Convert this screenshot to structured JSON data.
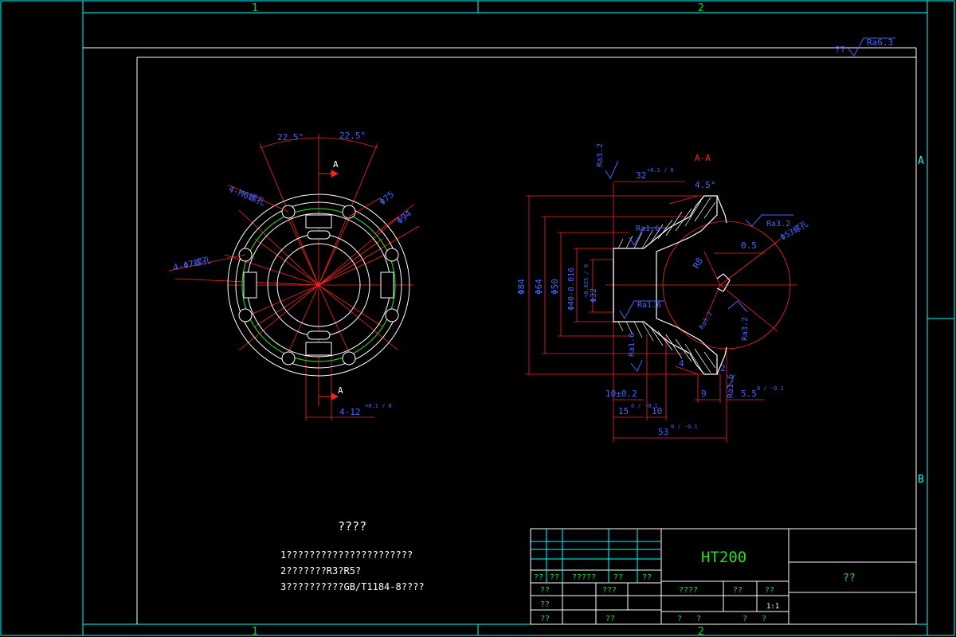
{
  "frame": {
    "zone_top_1": "1",
    "zone_top_2": "2",
    "zone_bottom_1": "1",
    "zone_bottom_2": "2",
    "zone_right_a": "A",
    "zone_right_b": "B"
  },
  "general_roughness": {
    "prefix": "??",
    "value": "Ra6.3"
  },
  "front_view": {
    "angle_left": "22.5°",
    "angle_right": "22.5°",
    "section_mark_top": "A",
    "section_mark_bottom": "A",
    "tapped_holes": "4-M6螺孔",
    "drill_holes": "4-Φ7螺孔",
    "circle_d75": "Φ75",
    "circle_d94": "Φ94",
    "slot_width": "4-12",
    "slot_tol": "+0.1 / 0"
  },
  "section_view": {
    "label": "A-A",
    "ra_top": "Ra3.2",
    "dim_32": "32",
    "dim_32_tol": "+0.1 / 0",
    "chamfer": "4.5°",
    "ra_bore": "Ra1.6",
    "ra_bore_lower": "Ra1.6",
    "ra_left": "Ra1.6",
    "ra_right": "Ra3.2",
    "ra_face": "Ra1.6",
    "ra_detail": "Ra3.2",
    "dia_84": "Φ84",
    "dia_64": "Φ64",
    "dia_50": "Φ50",
    "dia_40": "Φ40-0.016",
    "dia_32": "Φ32",
    "dia_32_tol": "+0.025 / 0",
    "dim_10_2": "10±0.2",
    "dim_15": "15",
    "dim_15_tol": "0 / -0.1",
    "dim_10": "10",
    "dim_53": "53",
    "dim_53_tol": "0 / -0.1",
    "dim_9": "9",
    "dim_55": "5.5",
    "dim_55_tol": "0 / -0.1",
    "dim_4": "4",
    "dim_2": "2",
    "r_detail": "R8",
    "dim_05": "0.5",
    "detail_label": "Φ53螺孔",
    "ra_small": "Ra3.2"
  },
  "notes": {
    "title": "????",
    "line1": "1??????????????????????",
    "line2": "2???????R3?R5?",
    "line3": "3??????????GB/T1184-8????"
  },
  "title_block": {
    "material": "HT200",
    "part_name": "??",
    "scale": "1:1",
    "sig_row": [
      "??",
      "??",
      "?????",
      "??",
      "??"
    ],
    "row_a": [
      "??",
      "???",
      "????",
      "??",
      "??"
    ],
    "row_b": [
      "??",
      "??"
    ],
    "row_c": [
      "?",
      "?",
      "?",
      "?"
    ]
  },
  "colors": {
    "frame": "#00ffff",
    "border": "#ffffff",
    "dimension": "#4466ff",
    "centerline": "#ff2222",
    "highlight": "#22cc22",
    "title_text": "#22dd22"
  }
}
